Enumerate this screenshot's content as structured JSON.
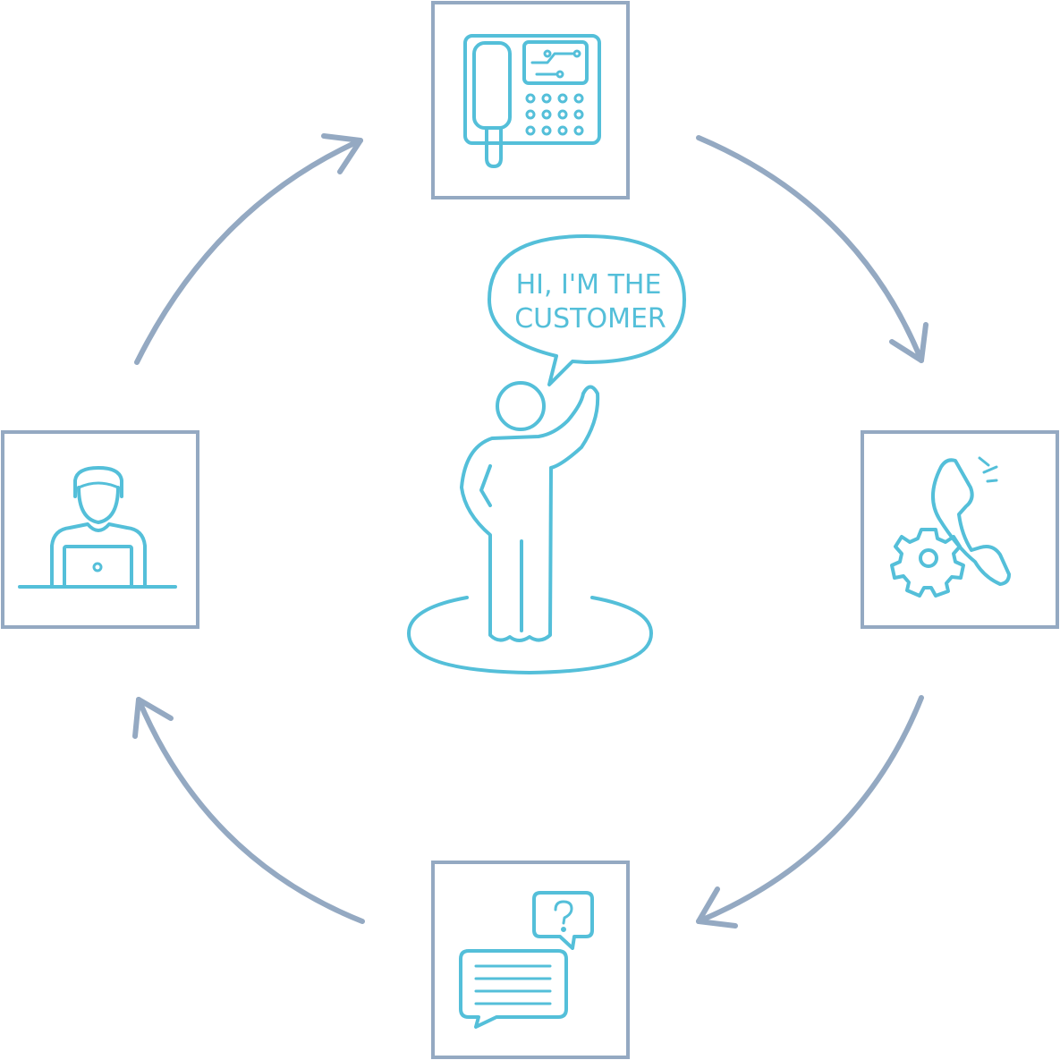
{
  "speech_bubble": {
    "line1": "HI, I'M THE",
    "line2": "CUSTOMER"
  },
  "colors": {
    "frame": "#94a9c2",
    "icon": "#54bfd9",
    "background": "#ffffff"
  },
  "nodes": [
    {
      "id": "top",
      "icon": "desk-phone-icon"
    },
    {
      "id": "right",
      "icon": "phone-settings-icon"
    },
    {
      "id": "bottom",
      "icon": "chat-question-icon"
    },
    {
      "id": "left",
      "icon": "agent-laptop-icon"
    }
  ],
  "center": {
    "icon": "customer-figure-icon"
  }
}
